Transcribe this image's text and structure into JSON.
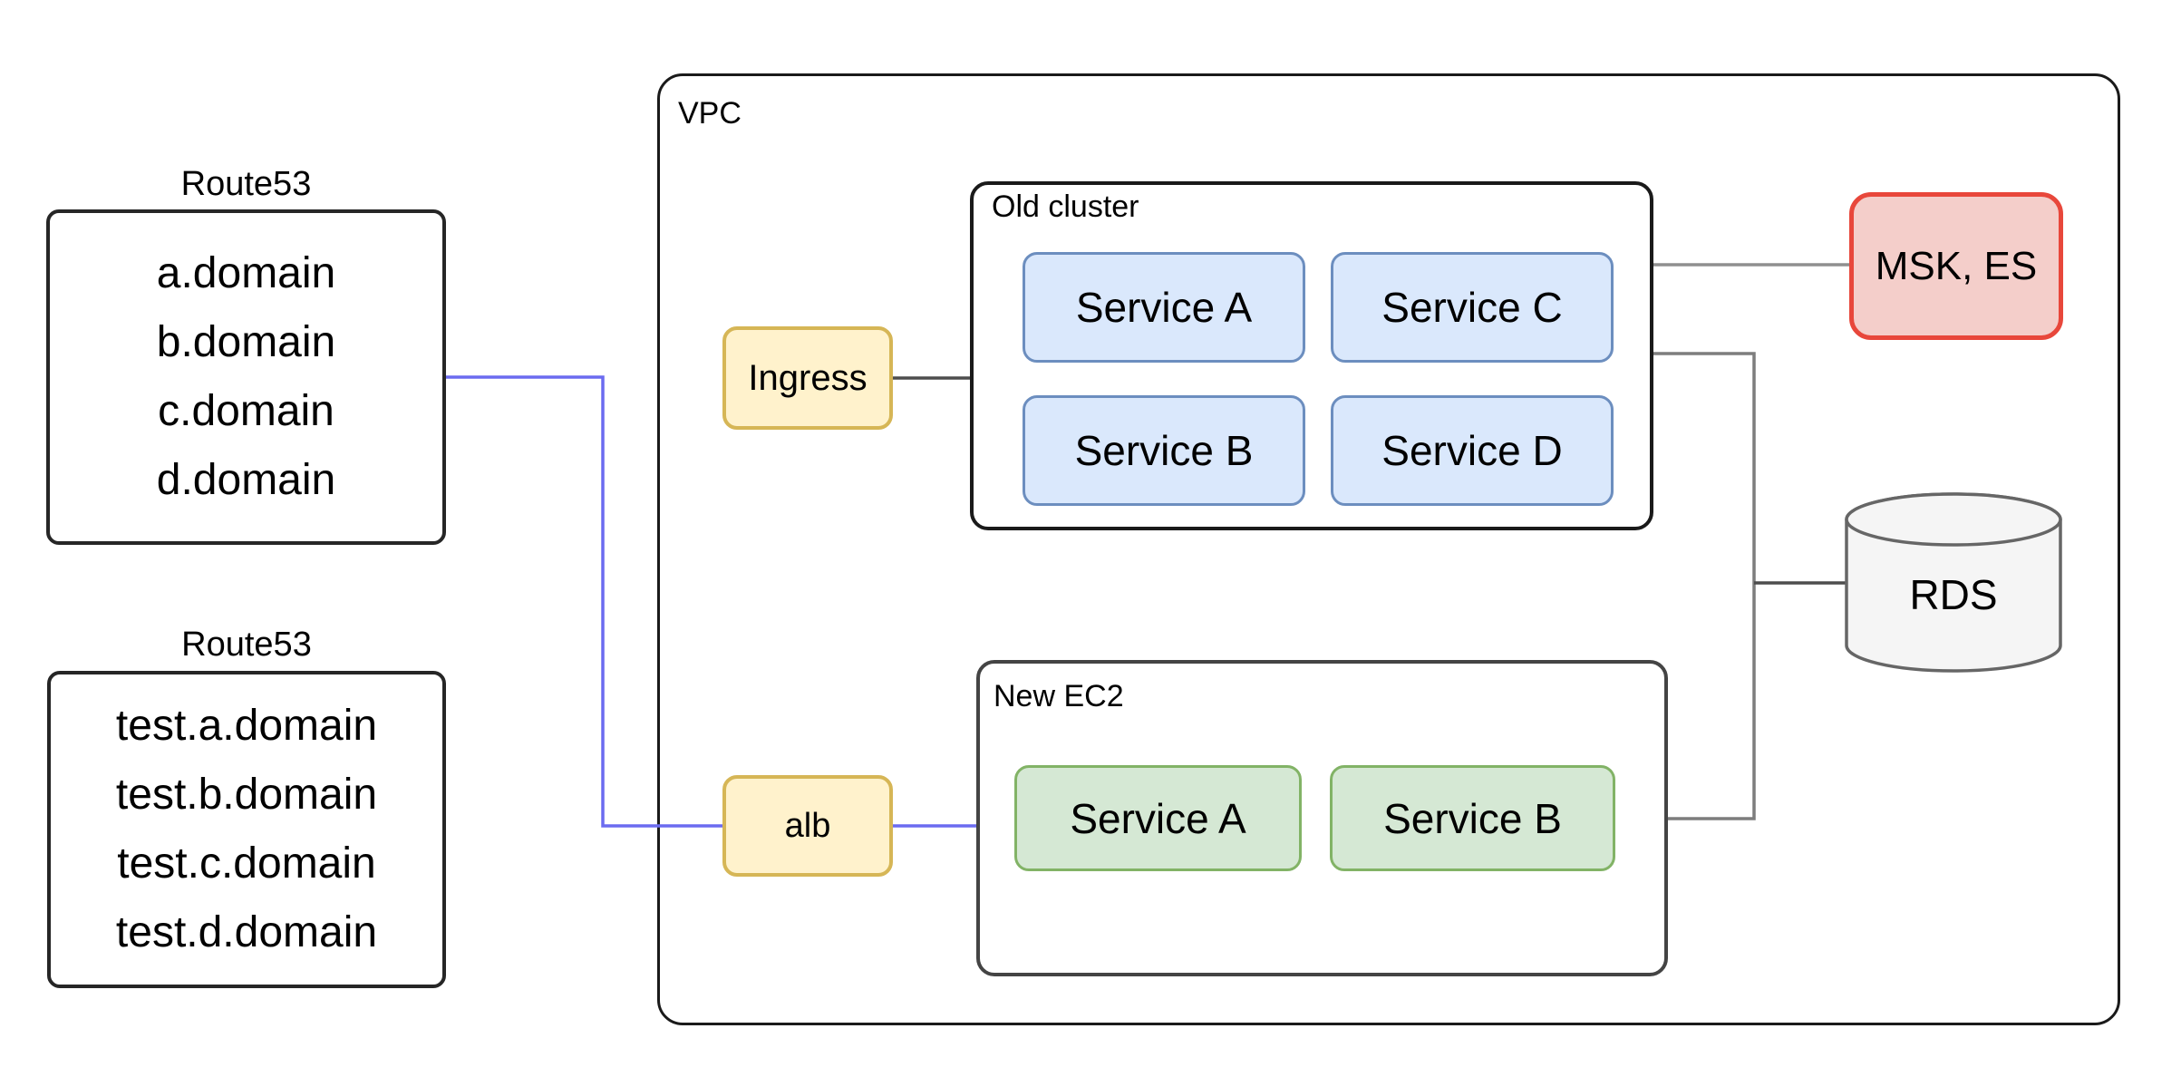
{
  "diagram": {
    "route53_prod": {
      "title": "Route53",
      "items": [
        "a.domain",
        "b.domain",
        "c.domain",
        "d.domain"
      ]
    },
    "route53_test": {
      "title": "Route53",
      "items": [
        "test.a.domain",
        "test.b.domain",
        "test.c.domain",
        "test.d.domain"
      ]
    },
    "vpc_label": "VPC",
    "ingress_label": "Ingress",
    "alb_label": "alb",
    "old_cluster": {
      "label": "Old cluster",
      "services": [
        "Service A",
        "Service C",
        "Service B",
        "Service D"
      ]
    },
    "new_ec2": {
      "label": "New EC2",
      "services": [
        "Service A",
        "Service B"
      ]
    },
    "msk_label": "MSK, ES",
    "rds_label": "RDS",
    "colors": {
      "yellow_fill": "#FFF2CC",
      "yellow_stroke": "#D6B656",
      "blue_fill": "#DAE8FC",
      "blue_stroke": "#6C8EBF",
      "green_fill": "#D5E8D4",
      "green_stroke": "#82B366",
      "red_fill": "#F4CECA",
      "red_stroke": "#E8473B",
      "rds_fill": "#F5F5F5",
      "rds_stroke": "#666666",
      "connector_blue": "#6B6BF0",
      "connector_dark": "#4D4D4D",
      "connector_gray": "#7D7D7D",
      "connector_light_gray": "#8F8F8F",
      "box_stroke": "#262626"
    }
  }
}
